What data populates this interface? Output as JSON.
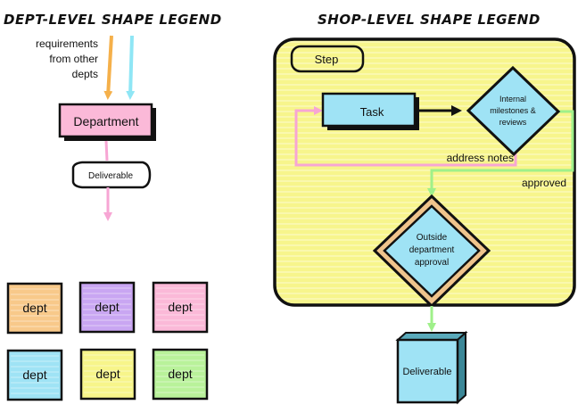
{
  "titles": {
    "dept_legend": "DEPT-LEVEL SHAPE LEGEND",
    "shop_legend": "SHOP-LEVEL SHAPE LEGEND"
  },
  "dept": {
    "requirements_line1": "requirements",
    "requirements_line2": "from other",
    "requirements_line3": "depts",
    "department": "Department",
    "deliverable": "Deliverable",
    "tiles": [
      {
        "label": "dept",
        "color": "#f8c98a"
      },
      {
        "label": "dept",
        "color": "#c9a6f2"
      },
      {
        "label": "dept",
        "color": "#fbb9d8"
      },
      {
        "label": "dept",
        "color": "#9fe3f5"
      },
      {
        "label": "dept",
        "color": "#f7f58a"
      },
      {
        "label": "dept",
        "color": "#b9f29a"
      }
    ]
  },
  "shop": {
    "step": "Step",
    "task": "Task",
    "internal_line1": "Internal",
    "internal_line2": "milestones &",
    "internal_line3": "reviews",
    "address_notes": "address notes",
    "approved": "approved",
    "outside_line1": "Outside",
    "outside_line2": "department",
    "outside_line3": "approval",
    "deliverable": "Deliverable"
  },
  "colors": {
    "orange": "#f5b04a",
    "cyan": "#8fe6f5",
    "pink": "#f7a6d4",
    "green": "#9ff08a",
    "yellow_panel": "#f7f58c",
    "task_fill": "#9fe3f5",
    "department_fill": "#fbb9d8",
    "outside_border": "#f0c48c"
  }
}
